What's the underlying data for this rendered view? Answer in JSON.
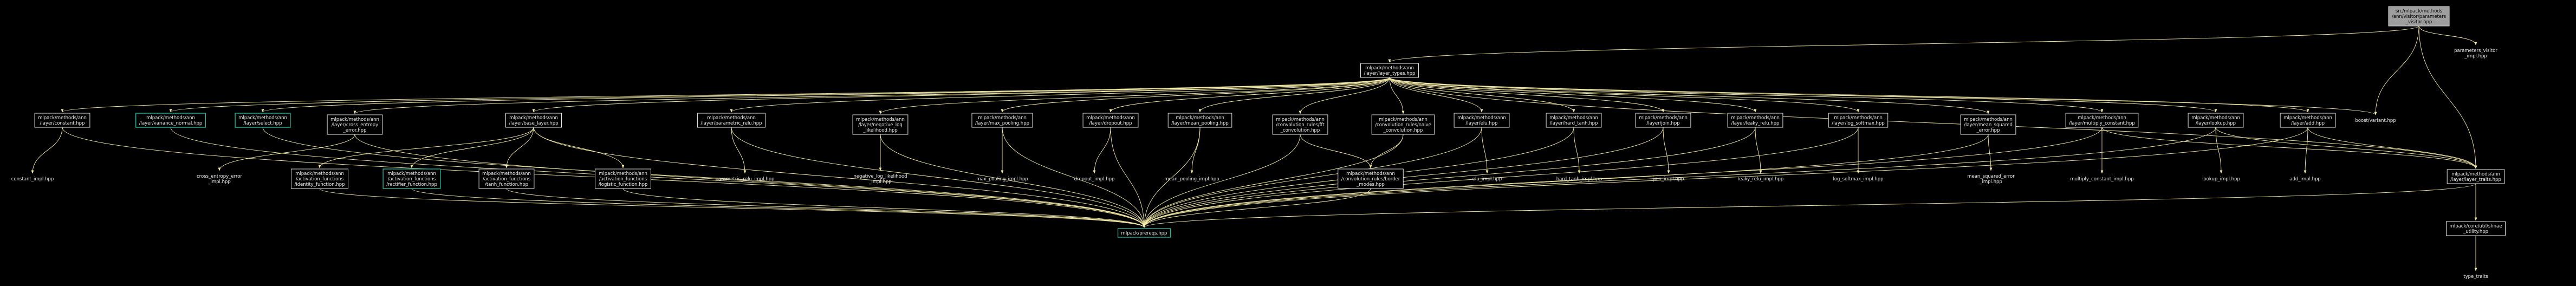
{
  "graph": {
    "nodes": [
      {
        "id": "root",
        "lines": [
          "src/mlpack/methods",
          "/ann/visitor/parameters",
          "_visitor.hpp"
        ],
        "style": "root"
      },
      {
        "id": "pv_impl",
        "lines": [
          "parameters_visitor",
          "_impl.hpp"
        ],
        "style": "plain"
      },
      {
        "id": "layer_types",
        "lines": [
          "mlpack/methods/ann",
          "/layer/layer_types.hpp"
        ],
        "style": "box"
      },
      {
        "id": "boost_variant",
        "lines": [
          "boost/variant.hpp"
        ],
        "style": "plain"
      },
      {
        "id": "constant",
        "lines": [
          "mlpack/methods/ann",
          "/layer/constant.hpp"
        ],
        "style": "box"
      },
      {
        "id": "variance_normal",
        "lines": [
          "mlpack/methods/ann",
          "/layer/variance_normal.hpp"
        ],
        "style": "teal"
      },
      {
        "id": "select",
        "lines": [
          "mlpack/methods/ann",
          "/layer/select.hpp"
        ],
        "style": "teal"
      },
      {
        "id": "cross_entropy",
        "lines": [
          "mlpack/methods/ann",
          "/layer/cross_entropy",
          "_error.hpp"
        ],
        "style": "box"
      },
      {
        "id": "base_layer",
        "lines": [
          "mlpack/methods/ann",
          "/layer/base_layer.hpp"
        ],
        "style": "box"
      },
      {
        "id": "parametric_relu",
        "lines": [
          "mlpack/methods/ann",
          "/layer/parametric_relu.hpp"
        ],
        "style": "box"
      },
      {
        "id": "negative_log",
        "lines": [
          "mlpack/methods/ann",
          "/layer/negative_log",
          "_likelihood.hpp"
        ],
        "style": "box"
      },
      {
        "id": "max_pooling",
        "lines": [
          "mlpack/methods/ann",
          "/layer/max_pooling.hpp"
        ],
        "style": "box"
      },
      {
        "id": "dropout",
        "lines": [
          "mlpack/methods/ann",
          "/layer/dropout.hpp"
        ],
        "style": "box"
      },
      {
        "id": "mean_pooling",
        "lines": [
          "mlpack/methods/ann",
          "/layer/mean_pooling.hpp"
        ],
        "style": "box"
      },
      {
        "id": "conv_fft",
        "lines": [
          "mlpack/methods/ann",
          "/convolution_rules/fft",
          "_convolution.hpp"
        ],
        "style": "box"
      },
      {
        "id": "conv_naive",
        "lines": [
          "mlpack/methods/ann",
          "/convolution_rules/naive",
          "_convolution.hpp"
        ],
        "style": "box"
      },
      {
        "id": "elu",
        "lines": [
          "mlpack/methods/ann",
          "/layer/elu.hpp"
        ],
        "style": "box"
      },
      {
        "id": "hard_tanh",
        "lines": [
          "mlpack/methods/ann",
          "/layer/hard_tanh.hpp"
        ],
        "style": "box"
      },
      {
        "id": "join",
        "lines": [
          "mlpack/methods/ann",
          "/layer/join.hpp"
        ],
        "style": "box"
      },
      {
        "id": "leaky_relu",
        "lines": [
          "mlpack/methods/ann",
          "/layer/leaky_relu.hpp"
        ],
        "style": "box"
      },
      {
        "id": "log_softmax",
        "lines": [
          "mlpack/methods/ann",
          "/layer/log_softmax.hpp"
        ],
        "style": "box"
      },
      {
        "id": "mean_squared",
        "lines": [
          "mlpack/methods/ann",
          "/layer/mean_squared",
          "_error.hpp"
        ],
        "style": "box"
      },
      {
        "id": "multiply_constant",
        "lines": [
          "mlpack/methods/ann",
          "/layer/multiply_constant.hpp"
        ],
        "style": "box"
      },
      {
        "id": "lookup",
        "lines": [
          "mlpack/methods/ann",
          "/layer/lookup.hpp"
        ],
        "style": "box"
      },
      {
        "id": "add",
        "lines": [
          "mlpack/methods/ann",
          "/layer/add.hpp"
        ],
        "style": "box"
      },
      {
        "id": "constant_impl",
        "lines": [
          "constant_impl.hpp"
        ],
        "style": "plain"
      },
      {
        "id": "cross_entropy_impl",
        "lines": [
          "cross_entropy_error",
          "_impl.hpp"
        ],
        "style": "plain"
      },
      {
        "id": "identity_fn",
        "lines": [
          "mlpack/methods/ann",
          "/activation_functions",
          "/identity_function.hpp"
        ],
        "style": "box"
      },
      {
        "id": "rectifier_fn",
        "lines": [
          "mlpack/methods/ann",
          "/activation_functions",
          "/rectifier_function.hpp"
        ],
        "style": "teal"
      },
      {
        "id": "tanh_fn",
        "lines": [
          "mlpack/methods/ann",
          "/activation_functions",
          "/tanh_function.hpp"
        ],
        "style": "box"
      },
      {
        "id": "logistic_fn",
        "lines": [
          "mlpack/methods/ann",
          "/activation_functions",
          "/logistic_function.hpp"
        ],
        "style": "box"
      },
      {
        "id": "parametric_relu_impl",
        "lines": [
          "parametric_relu_impl.hpp"
        ],
        "style": "plain"
      },
      {
        "id": "negative_log_impl",
        "lines": [
          "negative_log_likelihood",
          "_impl.hpp"
        ],
        "style": "plain"
      },
      {
        "id": "max_pooling_impl",
        "lines": [
          "max_pooling_impl.hpp"
        ],
        "style": "plain"
      },
      {
        "id": "dropout_impl",
        "lines": [
          "dropout_impl.hpp"
        ],
        "style": "plain"
      },
      {
        "id": "mean_pooling_impl",
        "lines": [
          "mean_pooling_impl.hpp"
        ],
        "style": "plain"
      },
      {
        "id": "border_modes",
        "lines": [
          "mlpack/methods/ann",
          "/convolution_rules/border",
          "_modes.hpp"
        ],
        "style": "box"
      },
      {
        "id": "elu_impl",
        "lines": [
          "elu_impl.hpp"
        ],
        "style": "plain"
      },
      {
        "id": "hard_tanh_impl",
        "lines": [
          "hard_tanh_impl.hpp"
        ],
        "style": "plain"
      },
      {
        "id": "join_impl",
        "lines": [
          "join_impl.hpp"
        ],
        "style": "plain"
      },
      {
        "id": "leaky_relu_impl",
        "lines": [
          "leaky_relu_impl.hpp"
        ],
        "style": "plain"
      },
      {
        "id": "log_softmax_impl",
        "lines": [
          "log_softmax_impl.hpp"
        ],
        "style": "plain"
      },
      {
        "id": "mean_squared_impl",
        "lines": [
          "mean_squared_error",
          "_impl.hpp"
        ],
        "style": "plain"
      },
      {
        "id": "multiply_constant_impl",
        "lines": [
          "multiply_constant_impl.hpp"
        ],
        "style": "plain"
      },
      {
        "id": "lookup_impl",
        "lines": [
          "lookup_impl.hpp"
        ],
        "style": "plain"
      },
      {
        "id": "add_impl",
        "lines": [
          "add_impl.hpp"
        ],
        "style": "plain"
      },
      {
        "id": "layer_traits",
        "lines": [
          "mlpack/methods/ann",
          "/layer/layer_traits.hpp"
        ],
        "style": "box"
      },
      {
        "id": "prereqs",
        "lines": [
          "mlpack/prereqs.hpp"
        ],
        "style": "teal"
      },
      {
        "id": "sfinae",
        "lines": [
          "mlpack/core/util/sfinae",
          "_utility.hpp"
        ],
        "style": "box"
      },
      {
        "id": "type_traits",
        "lines": [
          "type_traits"
        ],
        "style": "plain"
      }
    ],
    "edges": [
      [
        "root",
        "pv_impl"
      ],
      [
        "root",
        "layer_types"
      ],
      [
        "root",
        "boost_variant"
      ],
      [
        "root",
        "layer_traits"
      ],
      [
        "layer_types",
        "constant"
      ],
      [
        "layer_types",
        "variance_normal"
      ],
      [
        "layer_types",
        "select"
      ],
      [
        "layer_types",
        "cross_entropy"
      ],
      [
        "layer_types",
        "base_layer"
      ],
      [
        "layer_types",
        "parametric_relu"
      ],
      [
        "layer_types",
        "negative_log"
      ],
      [
        "layer_types",
        "max_pooling"
      ],
      [
        "layer_types",
        "dropout"
      ],
      [
        "layer_types",
        "mean_pooling"
      ],
      [
        "layer_types",
        "conv_fft"
      ],
      [
        "layer_types",
        "conv_naive"
      ],
      [
        "layer_types",
        "elu"
      ],
      [
        "layer_types",
        "hard_tanh"
      ],
      [
        "layer_types",
        "join"
      ],
      [
        "layer_types",
        "leaky_relu"
      ],
      [
        "layer_types",
        "log_softmax"
      ],
      [
        "layer_types",
        "mean_squared"
      ],
      [
        "layer_types",
        "multiply_constant"
      ],
      [
        "layer_types",
        "lookup"
      ],
      [
        "layer_types",
        "add"
      ],
      [
        "layer_types",
        "boost_variant"
      ],
      [
        "layer_types",
        "layer_traits"
      ],
      [
        "constant",
        "constant_impl"
      ],
      [
        "constant",
        "prereqs"
      ],
      [
        "variance_normal",
        "prereqs"
      ],
      [
        "select",
        "prereqs"
      ],
      [
        "cross_entropy",
        "cross_entropy_impl"
      ],
      [
        "cross_entropy",
        "prereqs"
      ],
      [
        "base_layer",
        "identity_fn"
      ],
      [
        "base_layer",
        "rectifier_fn"
      ],
      [
        "base_layer",
        "tanh_fn"
      ],
      [
        "base_layer",
        "logistic_fn"
      ],
      [
        "base_layer",
        "prereqs"
      ],
      [
        "identity_fn",
        "prereqs"
      ],
      [
        "rectifier_fn",
        "prereqs"
      ],
      [
        "tanh_fn",
        "prereqs"
      ],
      [
        "logistic_fn",
        "prereqs"
      ],
      [
        "parametric_relu",
        "parametric_relu_impl"
      ],
      [
        "parametric_relu",
        "prereqs"
      ],
      [
        "negative_log",
        "negative_log_impl"
      ],
      [
        "negative_log",
        "prereqs"
      ],
      [
        "max_pooling",
        "max_pooling_impl"
      ],
      [
        "max_pooling",
        "prereqs"
      ],
      [
        "dropout",
        "dropout_impl"
      ],
      [
        "dropout",
        "prereqs"
      ],
      [
        "mean_pooling",
        "mean_pooling_impl"
      ],
      [
        "mean_pooling",
        "prereqs"
      ],
      [
        "conv_fft",
        "border_modes"
      ],
      [
        "conv_fft",
        "prereqs"
      ],
      [
        "conv_naive",
        "border_modes"
      ],
      [
        "conv_naive",
        "prereqs"
      ],
      [
        "border_modes",
        "prereqs"
      ],
      [
        "elu",
        "elu_impl"
      ],
      [
        "elu",
        "prereqs"
      ],
      [
        "hard_tanh",
        "hard_tanh_impl"
      ],
      [
        "hard_tanh",
        "prereqs"
      ],
      [
        "join",
        "join_impl"
      ],
      [
        "join",
        "prereqs"
      ],
      [
        "leaky_relu",
        "leaky_relu_impl"
      ],
      [
        "leaky_relu",
        "prereqs"
      ],
      [
        "log_softmax",
        "log_softmax_impl"
      ],
      [
        "log_softmax",
        "prereqs"
      ],
      [
        "mean_squared",
        "mean_squared_impl"
      ],
      [
        "mean_squared",
        "prereqs"
      ],
      [
        "multiply_constant",
        "multiply_constant_impl"
      ],
      [
        "multiply_constant",
        "prereqs"
      ],
      [
        "multiply_constant",
        "layer_traits"
      ],
      [
        "lookup",
        "lookup_impl"
      ],
      [
        "lookup",
        "prereqs"
      ],
      [
        "lookup",
        "layer_traits"
      ],
      [
        "add",
        "add_impl"
      ],
      [
        "add",
        "prereqs"
      ],
      [
        "add",
        "layer_traits"
      ],
      [
        "layer_traits",
        "sfinae"
      ],
      [
        "layer_traits",
        "prereqs"
      ],
      [
        "sfinae",
        "type_traits"
      ]
    ]
  },
  "colors": {
    "background": "#000000",
    "edge": "#f5eba8",
    "box_border": "#e8e8e8",
    "teal_border": "#2bb39a",
    "root_fill": "#9e9e9e",
    "root_text": "#000000",
    "text": "#e8e8e8"
  }
}
